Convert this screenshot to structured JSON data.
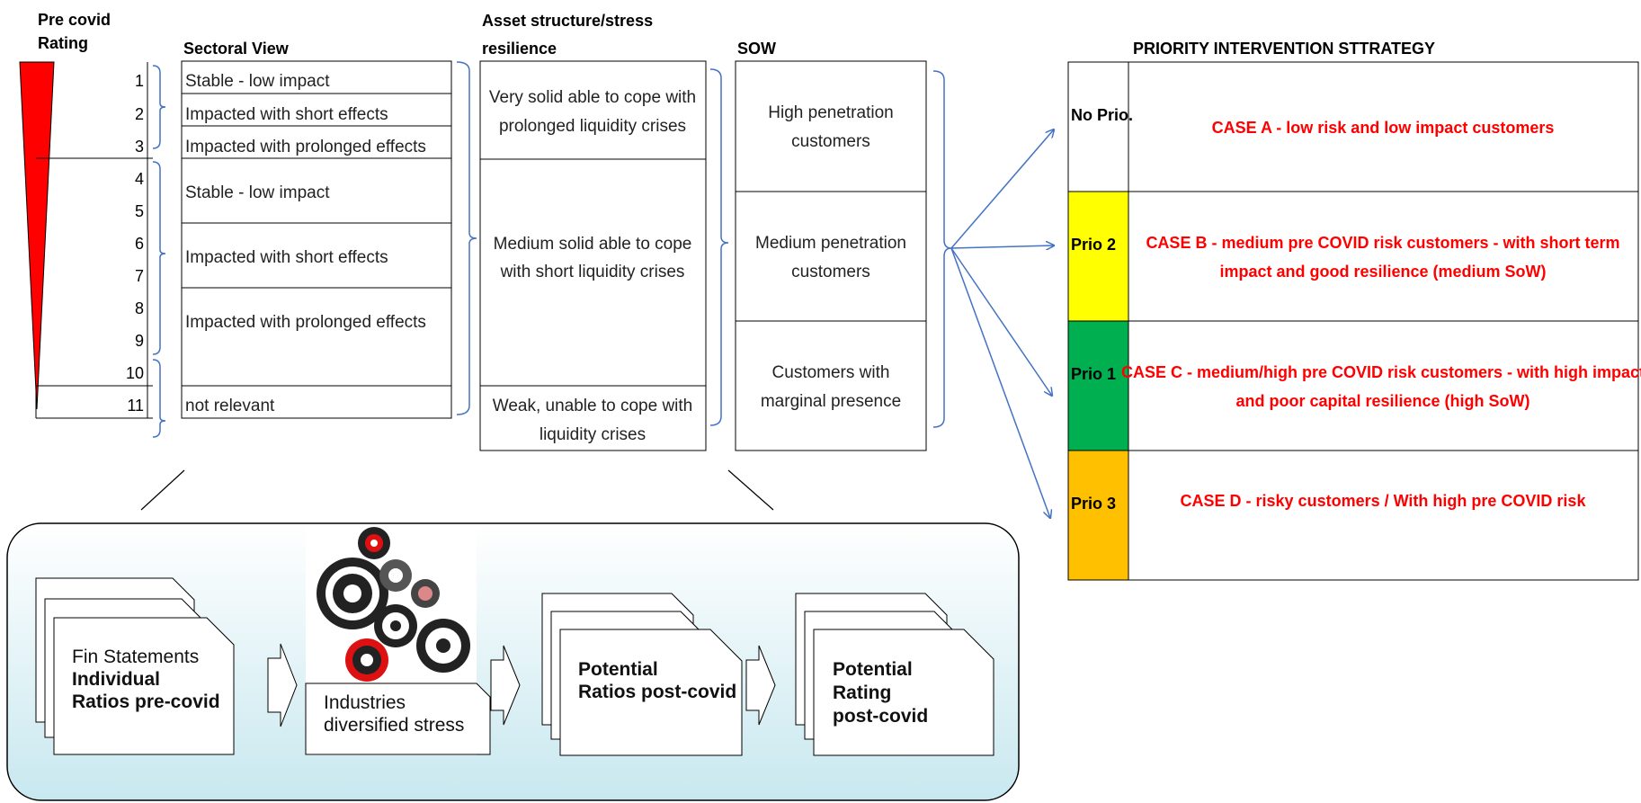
{
  "headers": {
    "rating_line1": "Pre covid",
    "rating_line2": "Rating",
    "sectoral": "Sectoral View",
    "asset_line1": "Asset structure/stress",
    "asset_line2": "resilience",
    "sow": "SOW",
    "priority": "PRIORITY INTERVENTION STTRATEGY"
  },
  "ratings": [
    "1",
    "2",
    "3",
    "4",
    "5",
    "6",
    "7",
    "8",
    "9",
    "10",
    "11"
  ],
  "sectoral": {
    "r1": "Stable - low impact",
    "r2": "Impacted with short effects",
    "r3": "Impacted with prolonged effects",
    "r4": "Stable - low impact",
    "r5": "Impacted with short effects",
    "r6": "Impacted with prolonged effects",
    "r7": "not relevant"
  },
  "asset": {
    "a1_l1": "Very solid able to cope with",
    "a1_l2": "prolonged liquidity crises",
    "a2_l1": "Medium solid able to cope",
    "a2_l2": "with short liquidity crises",
    "a3_l1": "Weak, unable to cope with",
    "a3_l2": "liquidity crises"
  },
  "sow": {
    "s1_l1": "High penetration",
    "s1_l2": "customers",
    "s2_l1": "Medium penetration",
    "s2_l2": "customers",
    "s3_l1": "Customers with",
    "s3_l2": "marginal presence"
  },
  "priorities": [
    {
      "label": "No Prio.",
      "color": "#ffffff",
      "case_l1": "CASE A - low risk and low impact customers",
      "case_l2": ""
    },
    {
      "label": "Prio 2",
      "color": "#ffff00",
      "case_l1": "CASE B - medium pre COVID risk customers - with short term",
      "case_l2": "impact and good resilience (medium SoW)"
    },
    {
      "label": "Prio 1",
      "color": "#00b050",
      "case_l1": "CASE C - medium/high pre COVID risk customers - with high impact",
      "case_l2": "and poor capital resilience (high SoW)"
    },
    {
      "label": "Prio 3",
      "color": "#ffc000",
      "case_l1": "CASE D - risky customers / With high pre COVID risk",
      "case_l2": ""
    }
  ],
  "process": {
    "fin_l1": "Fin Statements",
    "fin_l2": "Individual",
    "fin_l3": "Ratios pre-covid",
    "ind_l1": "Industries",
    "ind_l2": "diversified stress",
    "pot_l1": "Potential",
    "pot_l2": "Ratios post-covid",
    "rat_l1": "Potential",
    "rat_l2": "Rating",
    "rat_l3": "post-covid"
  },
  "colors": {
    "accent_red": "#ff0000",
    "bracket_blue": "#4472c4",
    "panel_top": "#ffffff",
    "panel_bottom": "#c8e8ef"
  },
  "icons": [
    "gears-icon"
  ]
}
